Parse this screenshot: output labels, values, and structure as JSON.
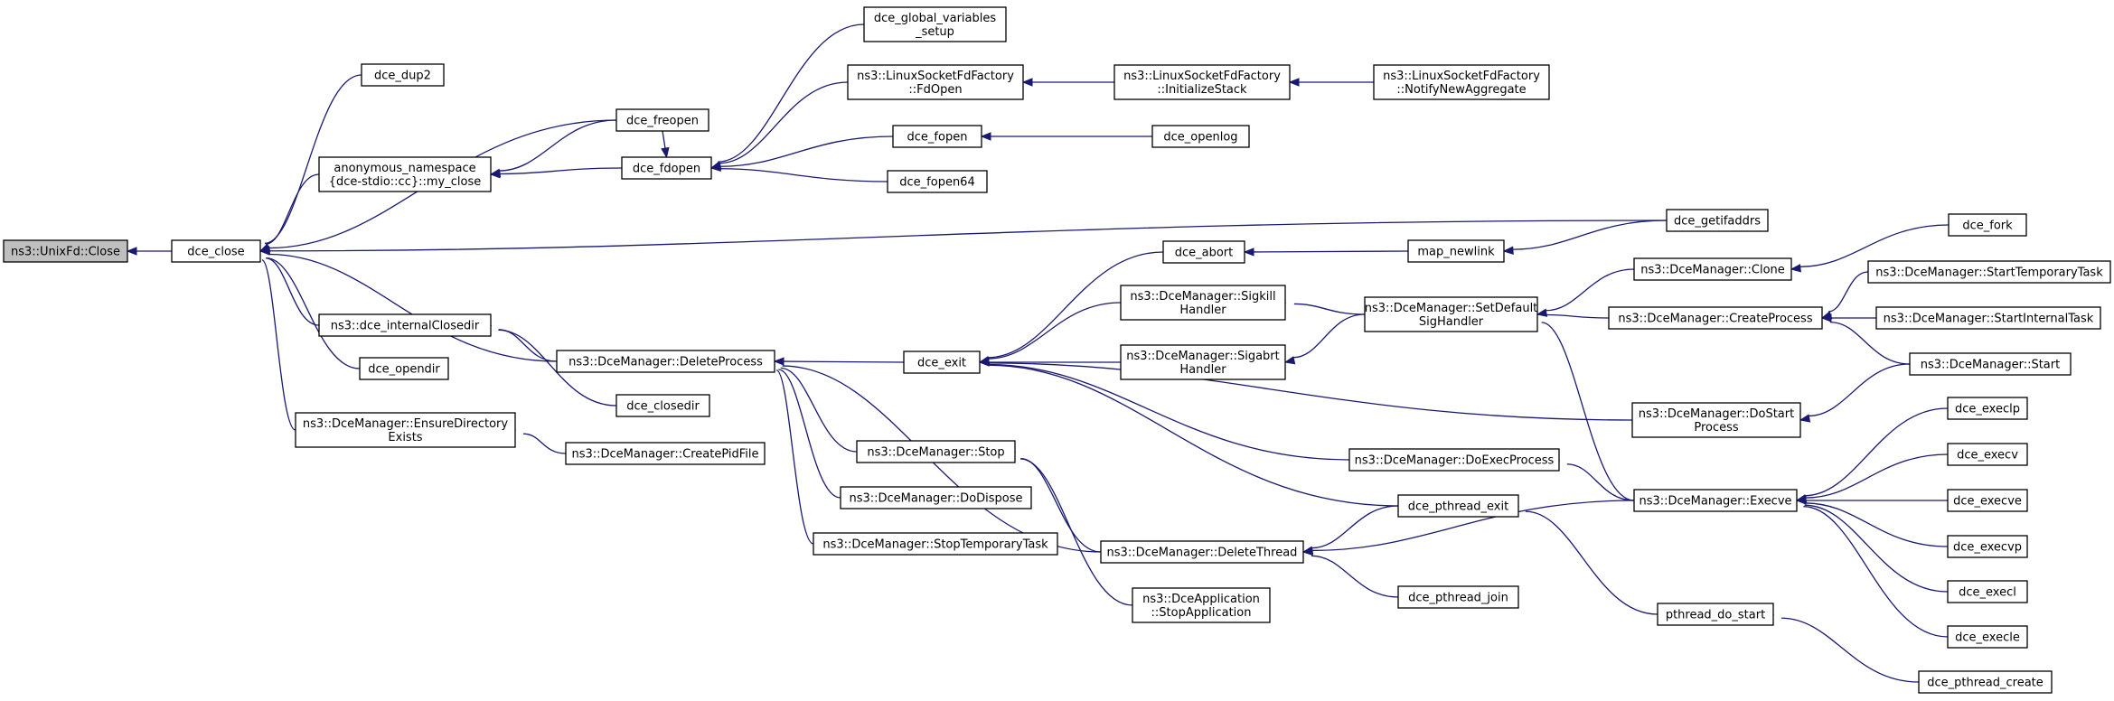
{
  "colors": {
    "edge": "#191970",
    "root_fill": "#bfbfbf",
    "node_fill": "#ffffff",
    "border": "#000000"
  },
  "nodes": [
    {
      "id": "n_unixfd_close",
      "lines": [
        "ns3::UnixFd::Close"
      ],
      "root": true
    },
    {
      "id": "n_dce_close",
      "lines": [
        "dce_close"
      ]
    },
    {
      "id": "n_dce_dup2",
      "lines": [
        "dce_dup2"
      ]
    },
    {
      "id": "n_dce_freopen",
      "lines": [
        "dce_freopen"
      ]
    },
    {
      "id": "n_anon_my_close",
      "lines": [
        "anonymous_namespace",
        "{dce-stdio::cc}::my_close"
      ]
    },
    {
      "id": "n_dce_fdopen",
      "lines": [
        "dce_fdopen"
      ]
    },
    {
      "id": "n_dce_global_variables_setup",
      "lines": [
        "dce_global_variables",
        "_setup"
      ]
    },
    {
      "id": "n_fdopen_factory",
      "lines": [
        "ns3::LinuxSocketFdFactory",
        "::FdOpen"
      ]
    },
    {
      "id": "n_init_stack",
      "lines": [
        "ns3::LinuxSocketFdFactory",
        "::InitializeStack"
      ]
    },
    {
      "id": "n_notify_new_aggregate",
      "lines": [
        "ns3::LinuxSocketFdFactory",
        "::NotifyNewAggregate"
      ]
    },
    {
      "id": "n_dce_fopen",
      "lines": [
        "dce_fopen"
      ]
    },
    {
      "id": "n_dce_openlog",
      "lines": [
        "dce_openlog"
      ]
    },
    {
      "id": "n_dce_fopen64",
      "lines": [
        "dce_fopen64"
      ]
    },
    {
      "id": "n_dce_getifaddrs",
      "lines": [
        "dce_getifaddrs"
      ]
    },
    {
      "id": "n_dce_internalclosedir",
      "lines": [
        "ns3::dce_internalClosedir"
      ]
    },
    {
      "id": "n_delete_process",
      "lines": [
        "ns3::DceManager::DeleteProcess"
      ]
    },
    {
      "id": "n_dce_opendir",
      "lines": [
        "dce_opendir"
      ]
    },
    {
      "id": "n_dce_closedir",
      "lines": [
        "dce_closedir"
      ]
    },
    {
      "id": "n_ensure_directory_exists",
      "lines": [
        "ns3::DceManager::EnsureDirectory",
        "Exists"
      ]
    },
    {
      "id": "n_create_pid_file",
      "lines": [
        "ns3::DceManager::CreatePidFile"
      ]
    },
    {
      "id": "n_dce_exit",
      "lines": [
        "dce_exit"
      ]
    },
    {
      "id": "n_dce_abort",
      "lines": [
        "dce_abort"
      ]
    },
    {
      "id": "n_map_newlink",
      "lines": [
        "map_newlink"
      ]
    },
    {
      "id": "n_sigkill_handler",
      "lines": [
        "ns3::DceManager::Sigkill",
        "Handler"
      ]
    },
    {
      "id": "n_sigabrt_handler",
      "lines": [
        "ns3::DceManager::Sigabrt",
        "Handler"
      ]
    },
    {
      "id": "n_set_default_sighandler",
      "lines": [
        "ns3::DceManager::SetDefault",
        "SigHandler"
      ]
    },
    {
      "id": "n_clone",
      "lines": [
        "ns3::DceManager::Clone"
      ]
    },
    {
      "id": "n_dce_fork",
      "lines": [
        "dce_fork"
      ]
    },
    {
      "id": "n_create_process",
      "lines": [
        "ns3::DceManager::CreateProcess"
      ]
    },
    {
      "id": "n_start_temporary_task",
      "lines": [
        "ns3::DceManager::StartTemporaryTask"
      ]
    },
    {
      "id": "n_start_internal_task",
      "lines": [
        "ns3::DceManager::StartInternalTask"
      ]
    },
    {
      "id": "n_start",
      "lines": [
        "ns3::DceManager::Start"
      ]
    },
    {
      "id": "n_do_start_process",
      "lines": [
        "ns3::DceManager::DoStart",
        "Process"
      ]
    },
    {
      "id": "n_do_exec_process",
      "lines": [
        "ns3::DceManager::DoExecProcess"
      ]
    },
    {
      "id": "n_execve",
      "lines": [
        "ns3::DceManager::Execve"
      ]
    },
    {
      "id": "n_dce_execlp",
      "lines": [
        "dce_execlp"
      ]
    },
    {
      "id": "n_dce_execv",
      "lines": [
        "dce_execv"
      ]
    },
    {
      "id": "n_dce_execve",
      "lines": [
        "dce_execve"
      ]
    },
    {
      "id": "n_dce_execvp",
      "lines": [
        "dce_execvp"
      ]
    },
    {
      "id": "n_dce_execl",
      "lines": [
        "dce_execl"
      ]
    },
    {
      "id": "n_dce_execle",
      "lines": [
        "dce_execle"
      ]
    },
    {
      "id": "n_stop",
      "lines": [
        "ns3::DceManager::Stop"
      ]
    },
    {
      "id": "n_do_dispose",
      "lines": [
        "ns3::DceManager::DoDispose"
      ]
    },
    {
      "id": "n_stop_temporary_task",
      "lines": [
        "ns3::DceManager::StopTemporaryTask"
      ]
    },
    {
      "id": "n_delete_thread",
      "lines": [
        "ns3::DceManager::DeleteThread"
      ]
    },
    {
      "id": "n_dce_pthread_exit",
      "lines": [
        "dce_pthread_exit"
      ]
    },
    {
      "id": "n_dce_pthread_join",
      "lines": [
        "dce_pthread_join"
      ]
    },
    {
      "id": "n_stop_application",
      "lines": [
        "ns3::DceApplication",
        "::StopApplication"
      ]
    },
    {
      "id": "n_pthread_do_start",
      "lines": [
        "pthread_do_start"
      ]
    },
    {
      "id": "n_dce_pthread_create",
      "lines": [
        "dce_pthread_create"
      ]
    }
  ],
  "edges": [
    {
      "from": "n_dce_close",
      "to": "n_unixfd_close"
    },
    {
      "from": "n_dce_dup2",
      "to": "n_dce_close"
    },
    {
      "from": "n_dce_freopen",
      "to": "n_dce_close"
    },
    {
      "from": "n_anon_my_close",
      "to": "n_dce_close"
    },
    {
      "from": "n_dce_getifaddrs",
      "to": "n_dce_close"
    },
    {
      "from": "n_dce_internalclosedir",
      "to": "n_dce_close"
    },
    {
      "from": "n_dce_opendir",
      "to": "n_dce_close"
    },
    {
      "from": "n_ensure_directory_exists",
      "to": "n_dce_close"
    },
    {
      "from": "n_delete_process",
      "to": "n_dce_close"
    },
    {
      "from": "n_dce_freopen",
      "to": "n_anon_my_close"
    },
    {
      "from": "n_dce_fdopen",
      "to": "n_anon_my_close"
    },
    {
      "from": "n_dce_global_variables_setup",
      "to": "n_dce_fdopen"
    },
    {
      "from": "n_fdopen_factory",
      "to": "n_dce_fdopen"
    },
    {
      "from": "n_dce_fopen",
      "to": "n_dce_fdopen"
    },
    {
      "from": "n_dce_fopen64",
      "to": "n_dce_fdopen"
    },
    {
      "from": "n_dce_freopen",
      "to": "n_dce_fdopen"
    },
    {
      "from": "n_init_stack",
      "to": "n_fdopen_factory"
    },
    {
      "from": "n_notify_new_aggregate",
      "to": "n_init_stack"
    },
    {
      "from": "n_dce_openlog",
      "to": "n_dce_fopen"
    },
    {
      "from": "n_delete_process",
      "to": "n_dce_internalclosedir"
    },
    {
      "from": "n_dce_closedir",
      "to": "n_dce_internalclosedir"
    },
    {
      "from": "n_create_pid_file",
      "to": "n_ensure_directory_exists"
    },
    {
      "from": "n_dce_exit",
      "to": "n_delete_process"
    },
    {
      "from": "n_stop",
      "to": "n_delete_process"
    },
    {
      "from": "n_do_dispose",
      "to": "n_delete_process"
    },
    {
      "from": "n_stop_temporary_task",
      "to": "n_delete_process"
    },
    {
      "from": "n_delete_thread",
      "to": "n_delete_process"
    },
    {
      "from": "n_dce_abort",
      "to": "n_dce_exit"
    },
    {
      "from": "n_sigkill_handler",
      "to": "n_dce_exit"
    },
    {
      "from": "n_sigabrt_handler",
      "to": "n_dce_exit"
    },
    {
      "from": "n_do_start_process",
      "to": "n_dce_exit"
    },
    {
      "from": "n_do_exec_process",
      "to": "n_dce_exit"
    },
    {
      "from": "n_dce_pthread_exit",
      "to": "n_dce_exit"
    },
    {
      "from": "n_map_newlink",
      "to": "n_dce_abort"
    },
    {
      "from": "n_dce_getifaddrs",
      "to": "n_map_newlink"
    },
    {
      "from": "n_set_default_sighandler",
      "to": "n_sigkill_handler"
    },
    {
      "from": "n_set_default_sighandler",
      "to": "n_sigabrt_handler"
    },
    {
      "from": "n_clone",
      "to": "n_set_default_sighandler"
    },
    {
      "from": "n_create_process",
      "to": "n_set_default_sighandler"
    },
    {
      "from": "n_execve",
      "to": "n_set_default_sighandler"
    },
    {
      "from": "n_dce_fork",
      "to": "n_clone"
    },
    {
      "from": "n_start_temporary_task",
      "to": "n_create_process"
    },
    {
      "from": "n_start_internal_task",
      "to": "n_create_process"
    },
    {
      "from": "n_start",
      "to": "n_create_process"
    },
    {
      "from": "n_start",
      "to": "n_do_start_process"
    },
    {
      "from": "n_execve",
      "to": "n_do_exec_process"
    },
    {
      "from": "n_dce_execlp",
      "to": "n_execve"
    },
    {
      "from": "n_dce_execv",
      "to": "n_execve"
    },
    {
      "from": "n_dce_execve",
      "to": "n_execve"
    },
    {
      "from": "n_dce_execvp",
      "to": "n_execve"
    },
    {
      "from": "n_dce_execl",
      "to": "n_execve"
    },
    {
      "from": "n_dce_execle",
      "to": "n_execve"
    },
    {
      "from": "n_delete_thread",
      "to": "n_stop"
    },
    {
      "from": "n_stop_application",
      "to": "n_stop"
    },
    {
      "from": "n_dce_pthread_exit",
      "to": "n_delete_thread"
    },
    {
      "from": "n_dce_pthread_join",
      "to": "n_delete_thread"
    },
    {
      "from": "n_execve",
      "to": "n_delete_thread"
    },
    {
      "from": "n_pthread_do_start",
      "to": "n_dce_pthread_exit"
    },
    {
      "from": "n_dce_pthread_create",
      "to": "n_pthread_do_start"
    }
  ]
}
